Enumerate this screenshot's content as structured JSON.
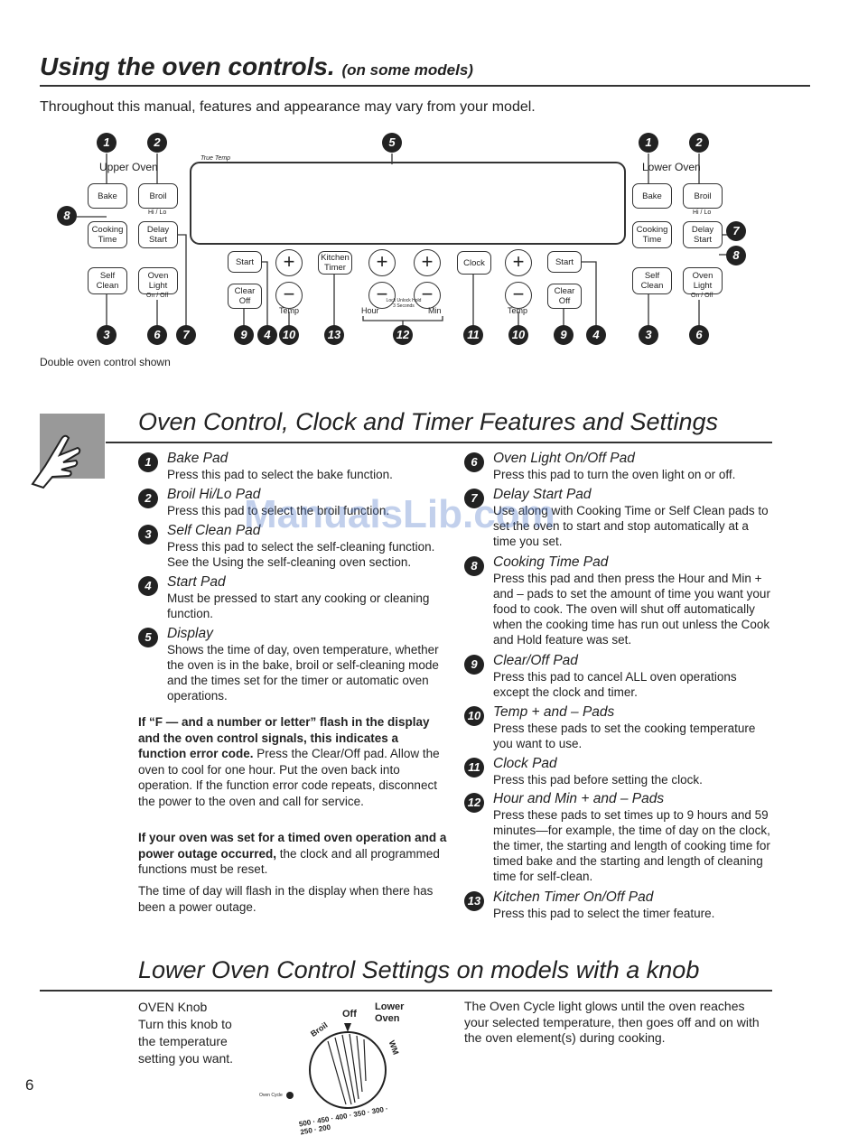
{
  "header": {
    "title": "Using the oven controls.",
    "title_note": "(on some models)",
    "intro": "Throughout this manual, features and appearance may vary from your model.",
    "caption": "Double oven control shown"
  },
  "panel": {
    "upper_oven": "Upper Oven",
    "lower_oven": "Lower Oven",
    "true_temp": "True Temp",
    "bake": "Bake",
    "broil": "Broil",
    "hi_lo": "Hi / Lo",
    "cooking_time": "Cooking Time",
    "delay_start": "Delay Start",
    "self_clean": "Self Clean",
    "oven_light": "Oven Light",
    "on_off": "On / Off",
    "start": "Start",
    "clear_off": "Clear Off",
    "temp": "Temp",
    "kitchen_timer": "Kitchen Timer",
    "hour": "Hour",
    "min": "Min",
    "lock_unlock": "Lock Unlock Hold 3 Seconds",
    "clock": "Clock"
  },
  "section1": {
    "heading": "Oven Control, Clock and Timer Features and Settings",
    "features_left": [
      {
        "n": "1",
        "title": "Bake Pad",
        "desc": "Press this pad to select the bake function."
      },
      {
        "n": "2",
        "title": "Broil Hi/Lo Pad",
        "desc": "Press this pad to select the broil function."
      },
      {
        "n": "3",
        "title": "Self Clean Pad",
        "desc": "Press this pad to select the self-cleaning function. See the Using the self-cleaning oven section."
      },
      {
        "n": "4",
        "title": "Start Pad",
        "desc": "Must be pressed to start any cooking or cleaning function."
      },
      {
        "n": "5",
        "title": "Display",
        "desc": "Shows the time of day, oven temperature, whether the oven is in the bake, broil or self-cleaning mode and the times set for the timer or automatic oven operations."
      }
    ],
    "para1_bold": "If “F — and a number or letter” flash in the display and the oven control signals, this indicates a function error code.",
    "para1_rest": " Press the Clear/Off pad. Allow the oven to cool for one hour. Put the oven back into operation. If the function error code repeats, disconnect the power to the oven and call for service.",
    "para2_bold": "If your oven was set for a timed oven operation and a power outage occurred,",
    "para2_rest": " the clock and all programmed functions must be reset.",
    "para3": "The time of day will flash in the display when there has been a power outage.",
    "features_right": [
      {
        "n": "6",
        "title": "Oven Light On/Off Pad",
        "desc": "Press this pad to turn the oven light on or off."
      },
      {
        "n": "7",
        "title": "Delay Start Pad",
        "desc": "Use along with Cooking Time or Self Clean pads to set the oven to start and stop automatically at a time you set."
      },
      {
        "n": "8",
        "title": "Cooking Time Pad",
        "desc": "Press this pad and then press the Hour and Min + and – pads to set the amount of time you want your food to cook. The oven will shut off automatically when the cooking time has run out unless the Cook and Hold feature was set."
      },
      {
        "n": "9",
        "title": "Clear/Off Pad",
        "desc": "Press this pad to cancel ALL oven operations except the clock and timer."
      },
      {
        "n": "10",
        "title": "Temp + and – Pads",
        "desc": "Press these pads to set the cooking temperature you want to use."
      },
      {
        "n": "11",
        "title": "Clock Pad",
        "desc": "Press this pad before setting the clock."
      },
      {
        "n": "12",
        "title": "Hour and Min + and – Pads",
        "desc": "Press these pads to set times up to 9 hours and 59 minutes—for example, the time of day on the clock, the timer, the starting and length of cooking time for timed bake and the starting and length of cleaning time for self-clean."
      },
      {
        "n": "13",
        "title": "Kitchen Timer On/Off Pad",
        "desc": "Press this pad to select the timer feature."
      }
    ]
  },
  "section2": {
    "heading": "Lower Oven Control Settings on models with a knob",
    "knob_title": "OVEN Knob",
    "knob_desc": "Turn this knob to the temperature setting you want.",
    "right_text": "The Oven Cycle light glows until the oven reaches your selected temperature, then goes off and on with the oven element(s) during cooking.",
    "knob_off": "Off",
    "knob_lower": "Lower Oven",
    "knob_broil": "Broil",
    "knob_wm": "WM",
    "knob_scale": "500 · 450 · 400 · 350 · 300 · 250 · 200",
    "oven_cycle": "Oven Cycle"
  },
  "watermark": "ManualsLib.com",
  "page_number": "6"
}
